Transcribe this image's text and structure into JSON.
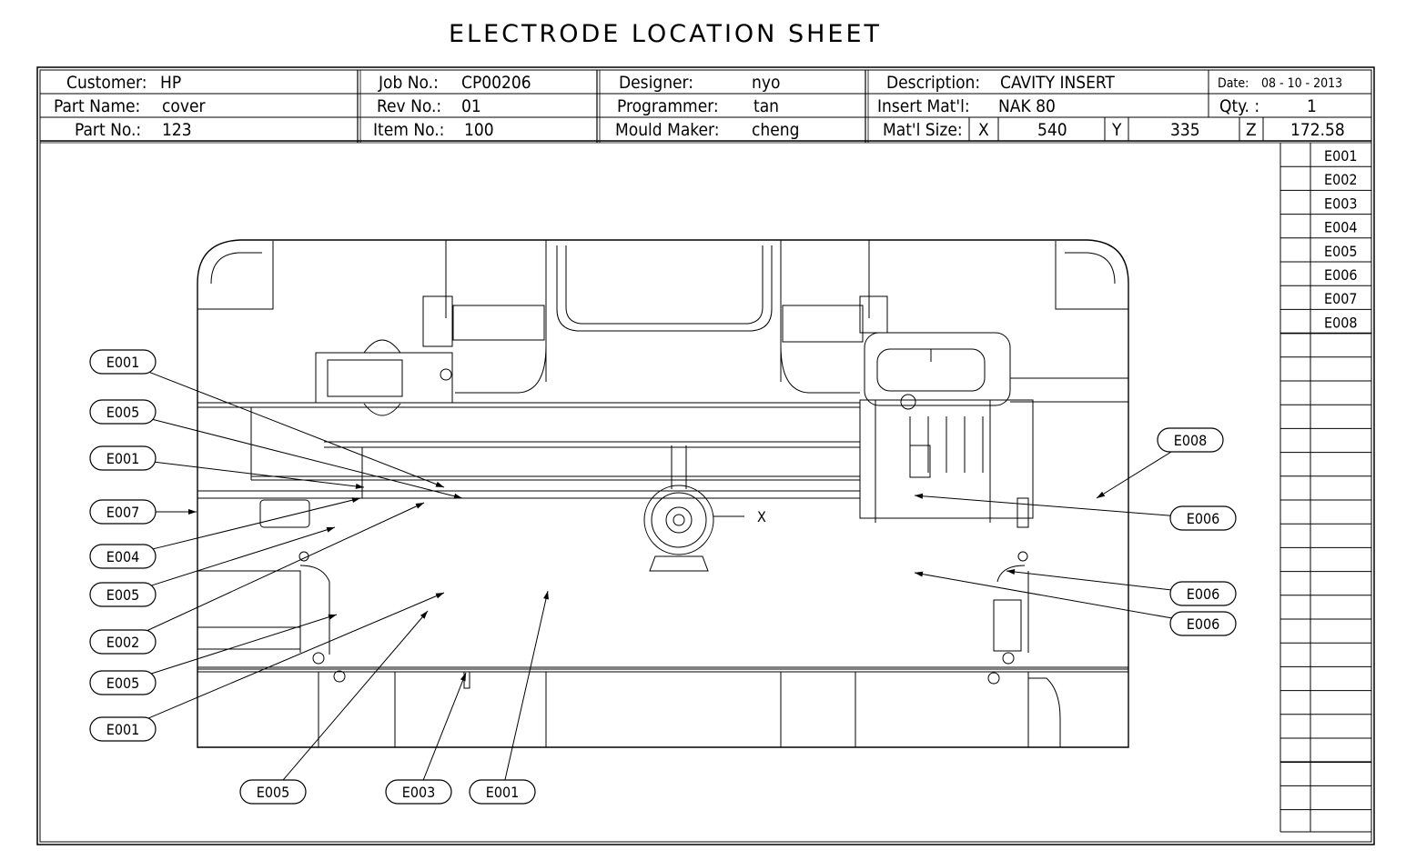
{
  "title": "ELECTRODE LOCATION SHEET",
  "header": {
    "customer_label": "Customer:",
    "customer": "HP",
    "part_name_label": "Part Name:",
    "part_name": "cover",
    "part_no_label": "Part No.:",
    "part_no": "123",
    "job_no_label": "Job No.:",
    "job_no": "CP00206",
    "rev_no_label": "Rev No.:",
    "rev_no": "01",
    "item_no_label": "Item No.:",
    "item_no": "100",
    "designer_label": "Designer:",
    "designer": "nyo",
    "programmer_label": "Programmer:",
    "programmer": "tan",
    "mould_maker_label": "Mould Maker:",
    "mould_maker": "cheng",
    "description_label": "Description:",
    "description": "CAVITY INSERT",
    "insert_mat_label": "Insert Mat'l:",
    "insert_mat": "NAK 80",
    "mat_size_label": "Mat'l Size:",
    "x_label": "X",
    "x_value": "540",
    "y_label": "Y",
    "y_value": "335",
    "z_label": "Z",
    "z_value": "172.58",
    "date_label": "Date:",
    "date": "08 - 10 - 2013",
    "qty_label": "Qty. :",
    "qty": "1"
  },
  "electrode_list": [
    "E001",
    "E002",
    "E003",
    "E004",
    "E005",
    "E006",
    "E007",
    "E008"
  ],
  "origin_mark": "X",
  "callouts": [
    "E001",
    "E005",
    "E001",
    "E007",
    "E004",
    "E005",
    "E002",
    "E005",
    "E001",
    "E005",
    "E003",
    "E001",
    "E008",
    "E006",
    "E006",
    "E006"
  ]
}
